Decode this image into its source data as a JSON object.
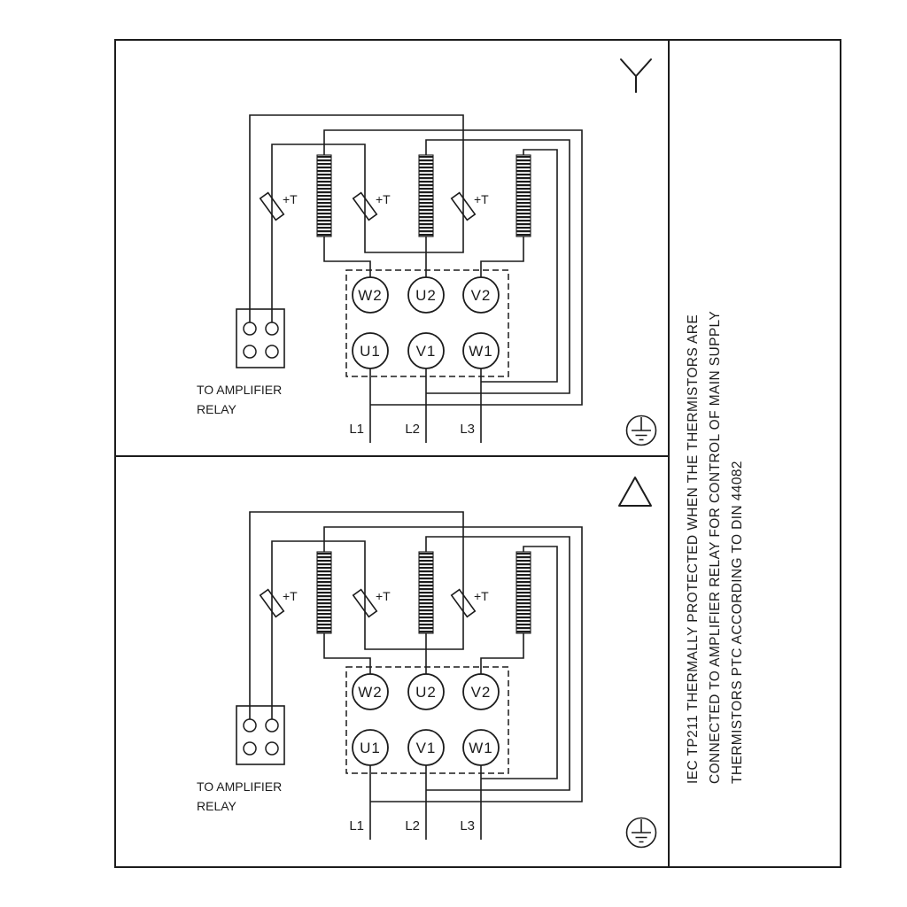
{
  "diagram": {
    "background_color": "#ffffff",
    "line_color": "#1c1c1c",
    "side_note": [
      "IEC TP211 THERMALLY PROTECTED WHEN THE THERMISTORS ARE",
      "CONNECTED TO AMPLIFIER RELAY FOR CONTROL OF MAIN SUPPLY",
      "THERMISTORS PTC ACCORDING TO DIN 44082"
    ],
    "panels": [
      {
        "connection": "star",
        "connection_symbol": "star-icon",
        "relay_label": [
          "TO AMPLIFIER",
          "RELAY"
        ],
        "thermistor_labels": [
          "+T",
          "+T",
          "+T"
        ],
        "terminals_top": [
          "W2",
          "U2",
          "V2"
        ],
        "terminals_bottom": [
          "U1",
          "V1",
          "W1"
        ],
        "supply_labels": [
          "L1",
          "L2",
          "L3"
        ],
        "earth_symbol": "protective-earth-icon"
      },
      {
        "connection": "delta",
        "connection_symbol": "delta-icon",
        "relay_label": [
          "TO AMPLIFIER",
          "RELAY"
        ],
        "thermistor_labels": [
          "+T",
          "+T",
          "+T"
        ],
        "terminals_top": [
          "W2",
          "U2",
          "V2"
        ],
        "terminals_bottom": [
          "U1",
          "V1",
          "W1"
        ],
        "supply_labels": [
          "L1",
          "L2",
          "L3"
        ],
        "earth_symbol": "protective-earth-icon"
      }
    ]
  }
}
